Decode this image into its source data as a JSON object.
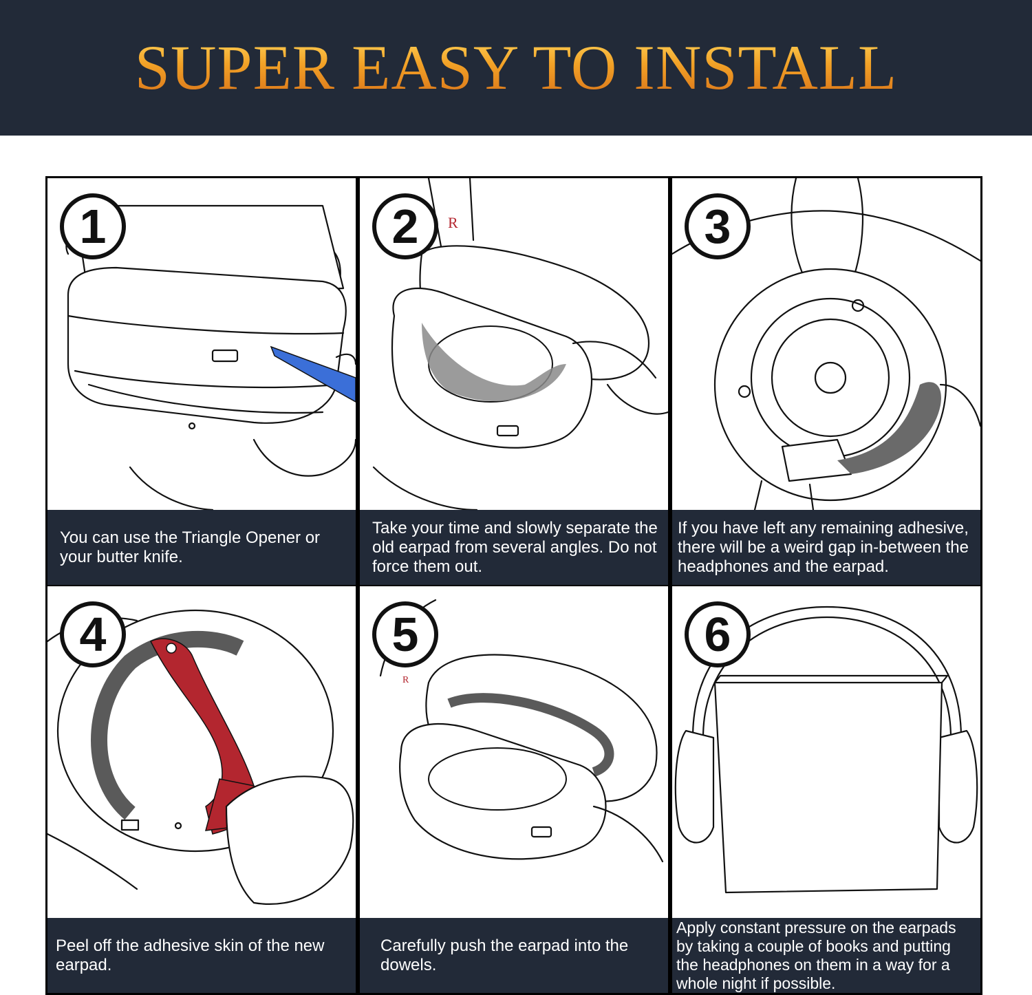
{
  "title": "SUPER EASY TO INSTALL",
  "colors": {
    "banner": "#222a38",
    "title_gold": "#f2a126",
    "caption_bg": "#222a38",
    "opener_blue": "#3b6fd8",
    "adhesive_red": "#b3262f",
    "adhesive_gray": "#5a5a5a"
  },
  "steps": [
    {
      "number": "1",
      "caption": "You can use the Triangle Opener or your butter knife."
    },
    {
      "number": "2",
      "caption": "Take your time and slowly separate the old earpad from several angles. Do not force them out."
    },
    {
      "number": "3",
      "caption": "If you have left any remaining adhesive, there will be a weird gap in-between the headphones and the earpad."
    },
    {
      "number": "4",
      "caption": "Peel off the adhesive skin of the new earpad."
    },
    {
      "number": "5",
      "caption": "Carefully push the earpad into the dowels."
    },
    {
      "number": "6",
      "caption": "Apply constant pressure on the earpads by taking a couple of books and putting the headphones on them in a way for a whole night if possible."
    }
  ]
}
